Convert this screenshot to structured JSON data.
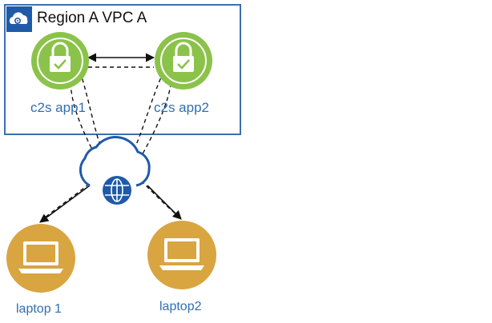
{
  "region": {
    "title": "Region A VPC A",
    "icon": "cloud-gear-icon",
    "border_color": "#3c6fb0"
  },
  "apps": [
    {
      "label": "c2s app1",
      "icon": "lock-check-icon"
    },
    {
      "label": "c2s app2",
      "icon": "lock-check-icon"
    }
  ],
  "internet": {
    "icon": "internet-cloud-globe-icon"
  },
  "laptops": [
    {
      "label": "laptop 1",
      "icon": "laptop-icon"
    },
    {
      "label": "laptop2",
      "icon": "laptop-icon"
    }
  ],
  "colors": {
    "app_green": "#8bc34a",
    "app_green_dark": "#6e9f3a",
    "laptop_gold": "#d9a541",
    "laptop_gold_dark": "#b98525",
    "cloud_blue": "#1e5aa8",
    "label_blue": "#2f6fb1"
  }
}
